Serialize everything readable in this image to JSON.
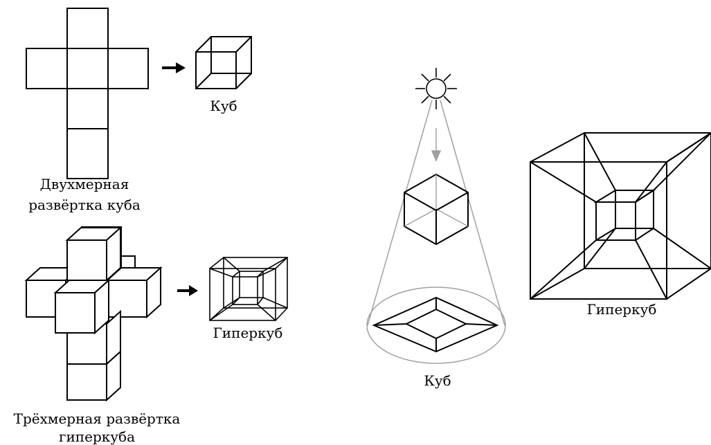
{
  "labels": {
    "cube_2d_net_result": "Куб",
    "net_2d_line1": "Двухмерная",
    "net_2d_line2": "развёртка куба",
    "hypercube_3d_net_result": "Гиперкуб",
    "net_3d_line1": "Трёхмерная развёртка",
    "net_3d_line2": "гиперкуба",
    "projection_cube": "Куб",
    "hypercube_large": "Гиперкуб"
  },
  "icons": {
    "arrow_top": "right-arrow-icon",
    "arrow_bottom": "right-arrow-icon",
    "light_source": "sun-icon"
  },
  "colors": {
    "ink": "#000000",
    "light_cone": "#a0a0a0"
  }
}
